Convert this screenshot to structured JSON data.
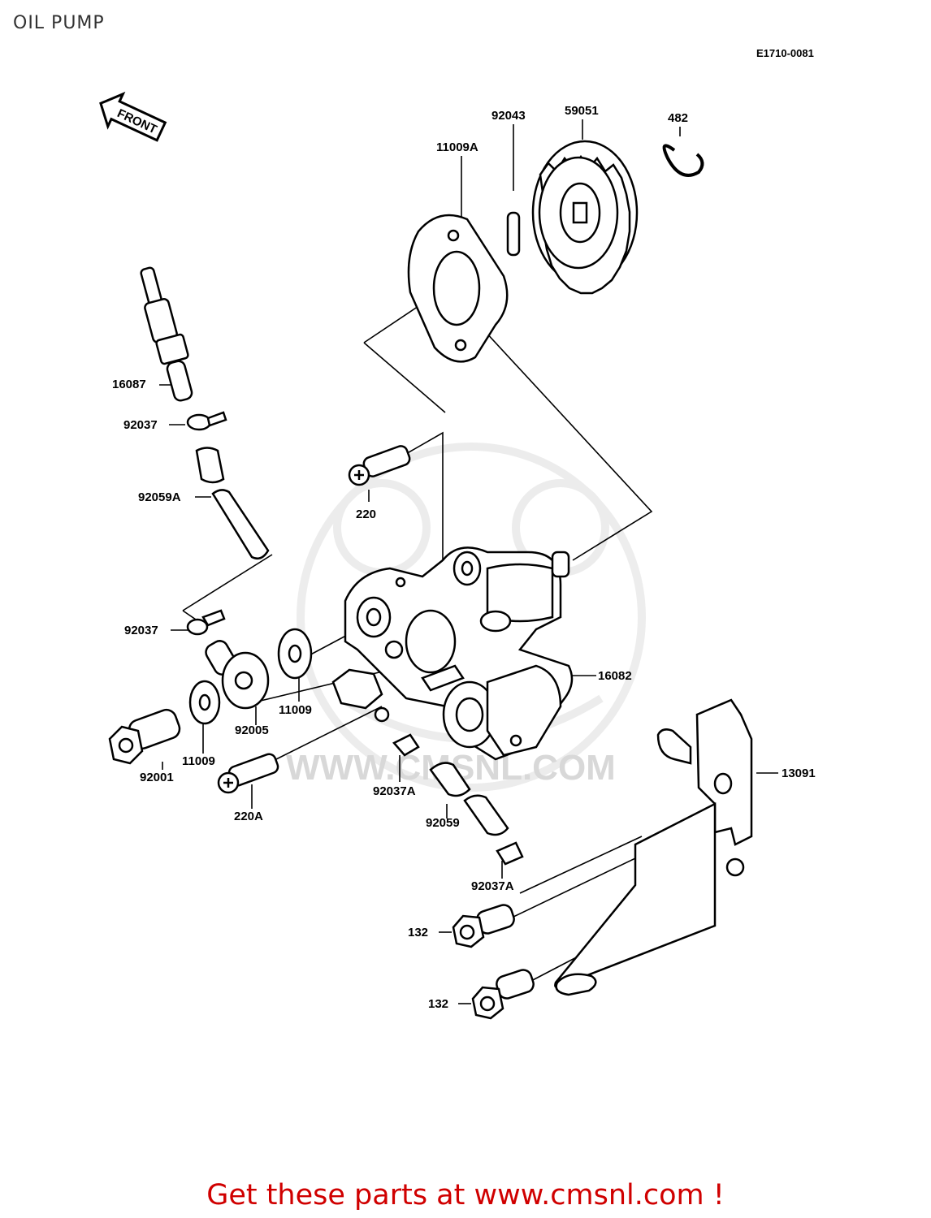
{
  "header": {
    "title": "OIL PUMP",
    "diagram_code": "E1710-0081"
  },
  "direction_arrow": "FRONT",
  "watermark": "WWW.CMSNL.COM",
  "parts": [
    {
      "label": "92043"
    },
    {
      "label": "59051"
    },
    {
      "label": "482"
    },
    {
      "label": "11009A"
    },
    {
      "label": "16087"
    },
    {
      "label": "92037"
    },
    {
      "label": "92059A"
    },
    {
      "label": "220"
    },
    {
      "label": "92037"
    },
    {
      "label": "16082"
    },
    {
      "label": "11009"
    },
    {
      "label": "92005"
    },
    {
      "label": "11009"
    },
    {
      "label": "92001"
    },
    {
      "label": "220A"
    },
    {
      "label": "92037A"
    },
    {
      "label": "92059"
    },
    {
      "label": "13091"
    },
    {
      "label": "92037A"
    },
    {
      "label": "132"
    },
    {
      "label": "132"
    }
  ],
  "footer": {
    "promo": "Get these parts at www.cmsnl.com !"
  }
}
